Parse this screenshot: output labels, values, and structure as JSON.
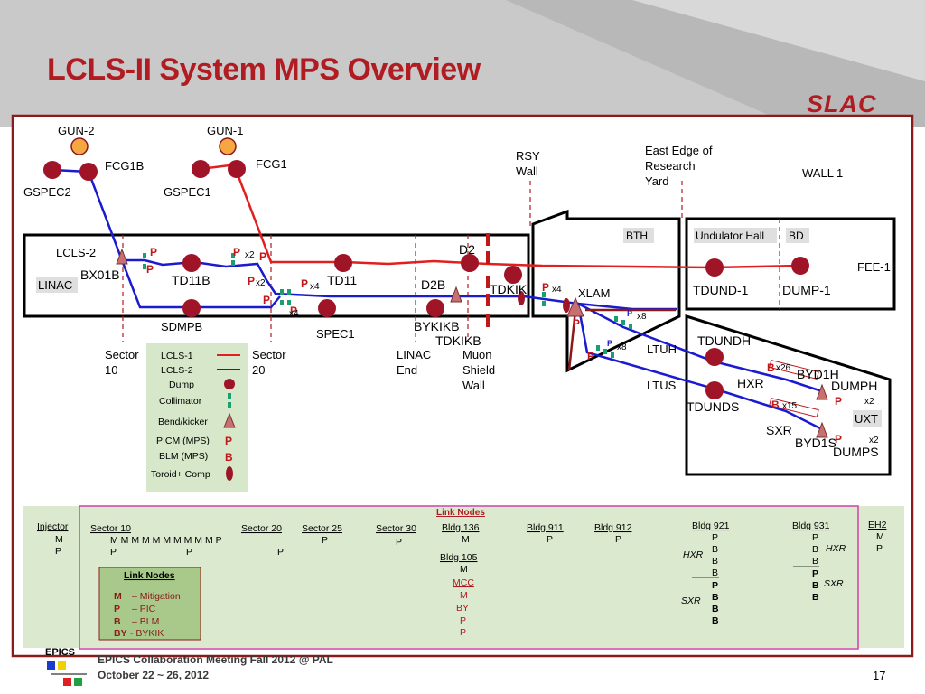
{
  "slide": {
    "title": "LCLS-II System MPS Overview",
    "logo": "SLAC",
    "footer_logo_text": "EPICS",
    "footer_line1": "EPICS Collaboration Meeting Fall 2012 @ PAL",
    "footer_line2": "October 22 ~ 26, 2012",
    "page_number": "17"
  },
  "colors": {
    "title": "#b01c22",
    "frame": "#8b1a1a",
    "lcls1": "#e02020",
    "lcls2": "#1a1ad0",
    "device": "#a01428",
    "gun": "#f5a742",
    "link_panel": "#dbe9cf",
    "link_border": "#cc44aa",
    "legend_panel": "#d6e8c9"
  },
  "diagram": {
    "labels": {
      "gun2": "GUN-2",
      "gun1": "GUN-1",
      "fcg1b": "FCG1B",
      "fcg1": "FCG1",
      "gspec2": "GSPEC2",
      "gspec1": "GSPEC1",
      "rsy_wall_1": "RSY",
      "rsy_wall_2": "Wall",
      "east_edge_1": "East Edge of",
      "east_edge_2": "Research",
      "east_edge_3": "Yard",
      "wall1": "WALL 1",
      "bth": "BTH",
      "undulator_hall": "Undulator Hall",
      "bd": "BD",
      "fee1": "FEE-1",
      "lcls2": "LCLS-2",
      "linac": "LINAC",
      "bx01b": "BX01B",
      "td11b": "TD11B",
      "td11": "TD11",
      "x2a": "x2",
      "x2b": "x2",
      "x4a": "x4",
      "x4b": "x4",
      "d2": "D2",
      "d2b": "D2B",
      "tdkik": "TDKIK",
      "x4c": "x4",
      "xlam": "XLAM",
      "tdund1": "TDUND-1",
      "dump1": "DUMP-1",
      "sdmpb": "SDMPB",
      "spec1": "SPEC1",
      "bykikb": "BYKIKB",
      "tdkikb": "TDKIKB",
      "x8a": "x8",
      "x8b": "x8",
      "ltuh": "LTUH",
      "ltus": "LTUS",
      "tdundh": "TDUNDH",
      "x26": "x26",
      "byd1h": "BYD1H",
      "hxr": "HXR",
      "dumph": "DUMPH",
      "x2c": "x2",
      "tdunds": "TDUNDS",
      "x15": "x15",
      "uxt": "UXT",
      "sxr": "SXR",
      "byd1s": "BYD1S",
      "x2d": "x2",
      "dumps": "DUMPS",
      "sector10_1": "Sector",
      "sector10_2": "10",
      "sector20_1": "Sector",
      "sector20_2": "20",
      "linac_end_1": "LINAC",
      "linac_end_2": "End",
      "muon_1": "Muon",
      "muon_2": "Shield",
      "muon_3": "Wall"
    },
    "legend": {
      "items": [
        "LCLS-1",
        "LCLS-2",
        "Dump",
        "Collimator",
        "Bend/kicker",
        "PICM (MPS)",
        "BLM (MPS)",
        "Toroid+ Comp"
      ]
    }
  },
  "link_table": {
    "header": "Link Nodes",
    "injector": {
      "title": "Injector",
      "rows": [
        "M",
        "P"
      ]
    },
    "sector10": {
      "title": "Sector 10",
      "row1": "M   M    M    M   M   M   M   M  M  M  P",
      "row2a": "P",
      "row2b": "P",
      "row2c": "P"
    },
    "sector20": {
      "title": "Sector 20"
    },
    "sector25": {
      "title": "Sector 25",
      "rows": [
        "P"
      ]
    },
    "sector30": {
      "title": "Sector 30",
      "rows": [
        "P"
      ]
    },
    "bldg136": {
      "title": "Bldg 136",
      "rows": [
        "M"
      ]
    },
    "bldg105": {
      "title": "Bldg 105",
      "rows": [
        "M"
      ],
      "mcc": "MCC",
      "mcc_rows": [
        "M",
        "BY",
        "P",
        "P"
      ]
    },
    "bldg911": {
      "title": "Bldg 911",
      "rows": [
        "P"
      ]
    },
    "bldg912": {
      "title": "Bldg 912",
      "rows": [
        "P"
      ]
    },
    "bldg921": {
      "title": "Bldg 921",
      "rows": [
        "P",
        "B",
        "B",
        "B",
        "P",
        "B",
        "B",
        "B"
      ],
      "hxr": "HXR",
      "sxr": "SXR"
    },
    "bldg931": {
      "title": "Bldg 931",
      "rows": [
        "P",
        "B",
        "B",
        "P",
        "B",
        "B"
      ],
      "hxr": "HXR",
      "sxr": "SXR"
    },
    "eh2": {
      "title": "EH2",
      "rows": [
        "M",
        "P"
      ]
    },
    "key": {
      "title": "Link Nodes",
      "items": [
        {
          "code": "M",
          "text": "– Mitigation"
        },
        {
          "code": "P",
          "text": "– PIC"
        },
        {
          "code": "B",
          "text": "– BLM"
        },
        {
          "code": "BY",
          "text": "- BYKIK"
        }
      ]
    }
  }
}
